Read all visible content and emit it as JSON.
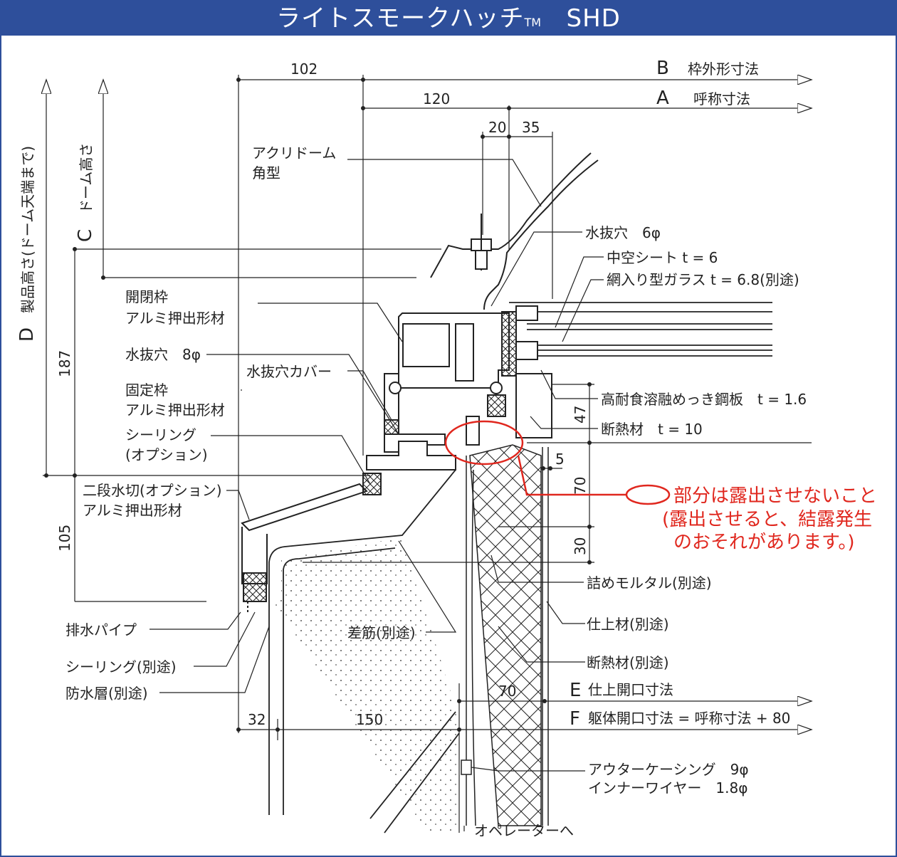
{
  "title": {
    "main": "ライトスモークハッチ",
    "tm": "TM",
    "model": "SHD"
  },
  "colors": {
    "frame": "#2e4f9b",
    "line": "#222222",
    "warning": "#e0271e"
  },
  "dims": {
    "d102": "102",
    "d120": "120",
    "d20": "20",
    "d35": "35",
    "d187": "187",
    "d105": "105",
    "d47": "47",
    "d5": "5",
    "d70a": "70",
    "d30": "30",
    "d70b": "70",
    "d32": "32",
    "d150": "150"
  },
  "axis_labels": {
    "B_letter": "B",
    "B_text": "枠外形寸法",
    "A_letter": "A",
    "A_text": "呼称寸法",
    "E_letter": "E",
    "E_text": "仕上開口寸法",
    "F_letter": "F",
    "F_text": "躯体開口寸法 = 呼称寸法 + 80",
    "D_letter": "D",
    "D_text": "製品高さ(ドーム天端まで)",
    "C_letter": "C",
    "C_text": "ドーム高さ"
  },
  "labels": {
    "acryl_dome_1": "アクリドーム",
    "acryl_dome_2": "角型",
    "drain_hole_6": "水抜穴　6φ",
    "hollow_sheet": "中空シート t = 6",
    "wired_glass": "網入り型ガラス t = 6.8(別途)",
    "open_frame_1": "開閉枠",
    "open_frame_2": "アルミ押出形材",
    "drain_hole_8": "水抜穴　8φ",
    "drain_cover": "水抜穴カバー",
    "fixed_frame_1": "固定枠",
    "fixed_frame_2": "アルミ押出形材",
    "sealing_opt_1": "シーリング",
    "sealing_opt_2": "(オプション)",
    "steel_plate": "高耐食溶融めっき鋼板　t = 1.6",
    "insulation_10": "断熱材　t = 10",
    "two_step_1": "二段水切(オプション)",
    "two_step_2": "アルミ押出形材",
    "mortar": "詰めモルタル(別途)",
    "finish": "仕上材(別途)",
    "insulation": "断熱材(別途)",
    "rebar": "差筋(別途)",
    "drain_pipe": "排水パイプ",
    "sealing_sep": "シーリング(別途)",
    "waterproof": "防水層(別途)",
    "outer_casing": "アウターケーシング　9φ",
    "inner_wire": "インナーワイヤー　1.8φ",
    "to_operator": "オペレーターへ"
  },
  "warning": {
    "line1": "部分は露出させないこと",
    "line2": "(露出させると、結露発生",
    "line3": "のおそれがあります。)"
  }
}
